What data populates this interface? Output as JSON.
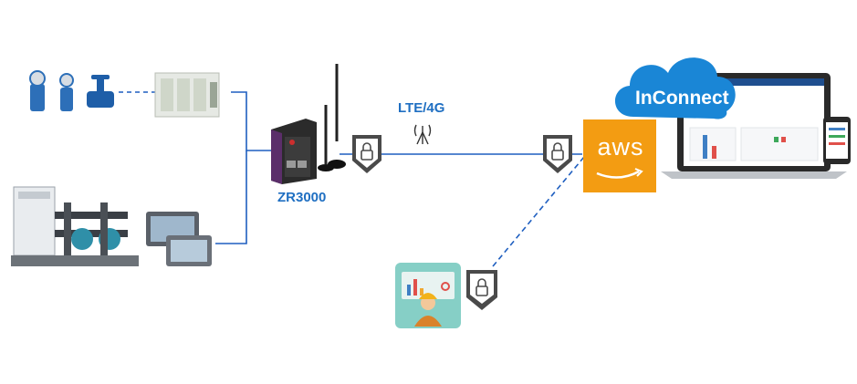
{
  "router": {
    "label": "ZR3000"
  },
  "link": {
    "label": "LTE/4G"
  },
  "cloud": {
    "label": "InConnect"
  },
  "aws": {
    "label": "aws"
  },
  "colors": {
    "line": "#1f5fc0",
    "label_blue": "#1f6fc2",
    "cloud": "#1a86d6",
    "aws": "#f39c12",
    "shield_dark": "#4a4a4a",
    "engineer_bg": "#86cfc6",
    "router_purple": "#5b2e6a"
  },
  "icons": [
    "instrument-icon",
    "plc-icon",
    "pump-skid-icon",
    "hmi-icon",
    "router-icon",
    "cell-tower-icon",
    "lock-shield-icon",
    "cloud-icon",
    "laptop-icon",
    "phone-icon",
    "engineer-icon"
  ]
}
